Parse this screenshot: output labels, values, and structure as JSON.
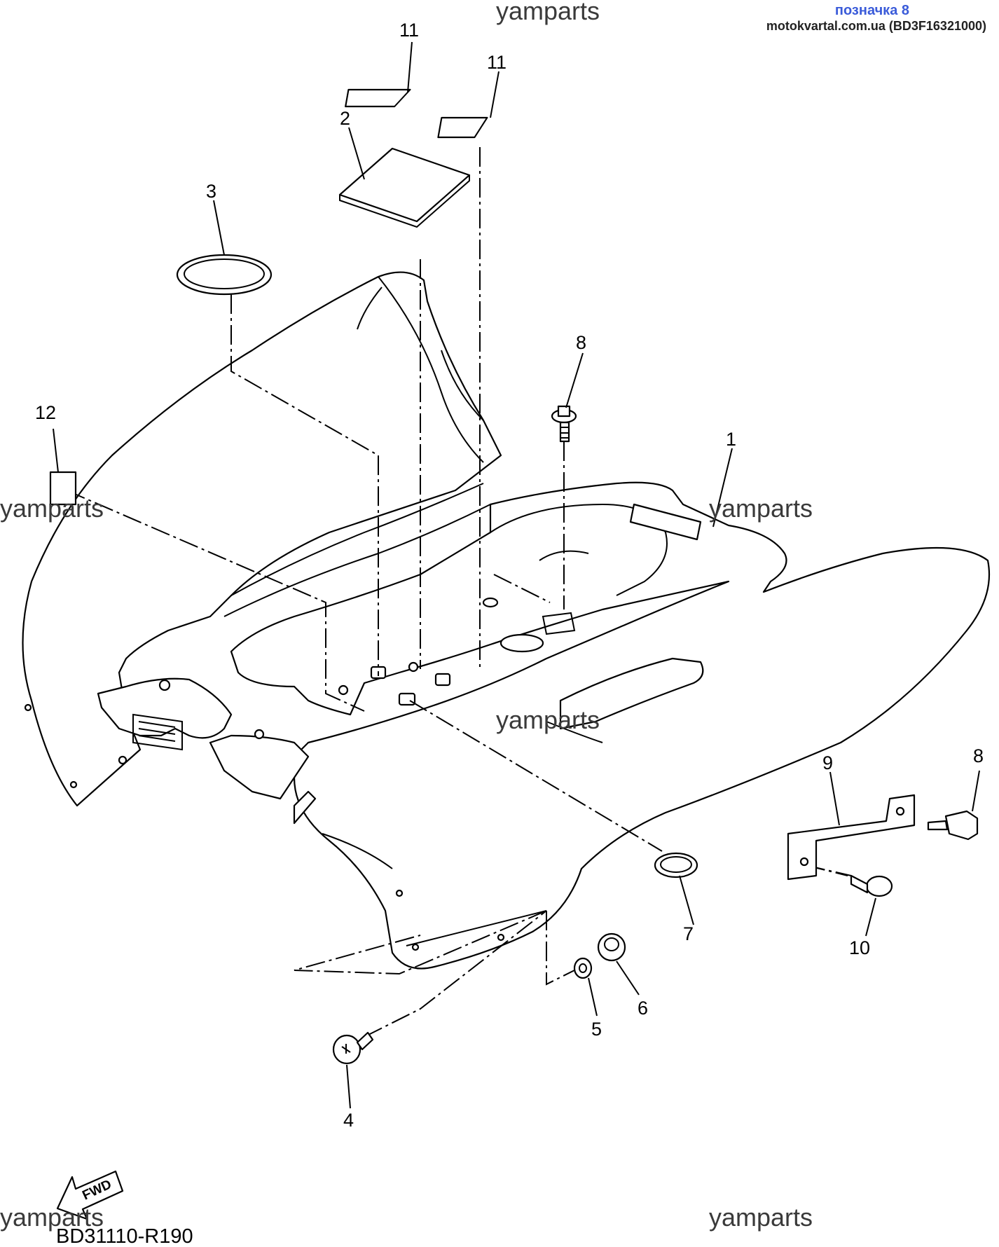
{
  "header": {
    "badge": "позначка 8",
    "source": "motokvartal.com.ua (BD3F16321000)"
  },
  "watermarks": [
    "yamparts",
    "yamparts",
    "yamparts",
    "yamparts",
    "yamparts",
    "yamparts"
  ],
  "diagram_code": "BD31110-R190",
  "fwd_label": "FWD",
  "callouts": [
    "11",
    "11",
    "2",
    "3",
    "8",
    "1",
    "12",
    "9",
    "8",
    "7",
    "10",
    "6",
    "5",
    "4"
  ]
}
